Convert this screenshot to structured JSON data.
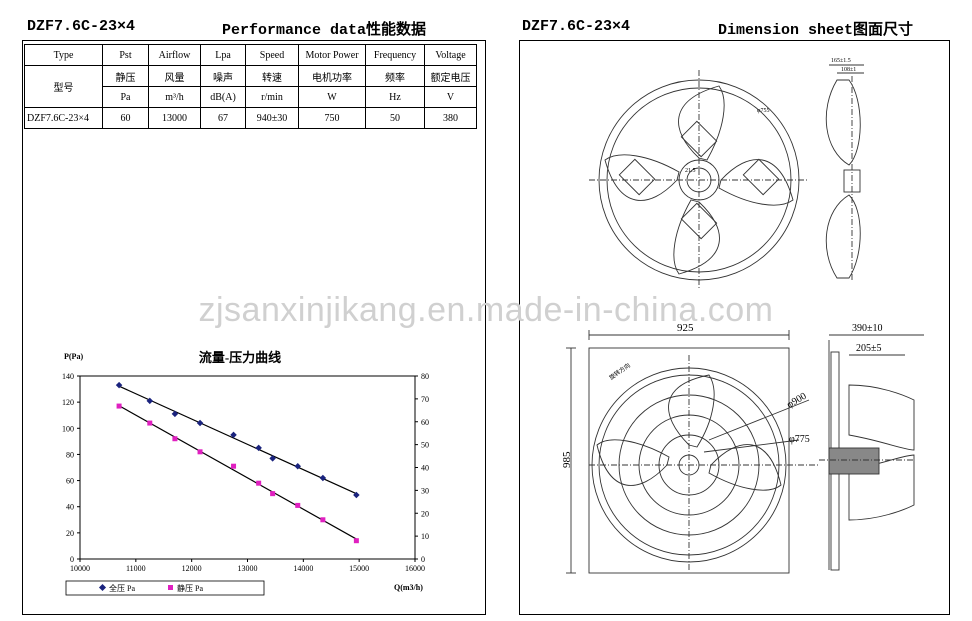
{
  "left_header": {
    "model": "DZF7.6C-23×4",
    "title": "Performance data性能数据"
  },
  "right_header": {
    "model": "DZF7.6C-23×4",
    "title": "Dimension sheet图面尺寸"
  },
  "table": {
    "headers_en": [
      "Type",
      "Pst",
      "Airflow",
      "Lpa",
      "Speed",
      "Motor Power",
      "Frequency",
      "Voltage"
    ],
    "headers_cn": [
      "型号",
      "静压",
      "风量",
      "噪声",
      "转速",
      "电机功率",
      "频率",
      "额定电压"
    ],
    "units": [
      "",
      "Pa",
      "m³/h",
      "dB(A)",
      "r/min",
      "W",
      "Hz",
      "V"
    ],
    "row": [
      "DZF7.6C-23×4",
      "60",
      "13000",
      "67",
      "940±30",
      "750",
      "50",
      "380"
    ]
  },
  "watermark": "zjsanxinjikang.en.made-in-china.com",
  "chart_data": {
    "type": "scatter",
    "title": "流量-压力曲线",
    "ylabel": "P(Pa)",
    "xlabel": "Q(m3/h)",
    "xlim": [
      10000,
      16000
    ],
    "ylim": [
      0,
      140
    ],
    "y2lim": [
      0,
      80
    ],
    "x_ticks": [
      "10000",
      "11000",
      "12000",
      "13000",
      "14000",
      "15000",
      "16000"
    ],
    "y_ticks": [
      "0",
      "20",
      "40",
      "60",
      "80",
      "100",
      "120",
      "140"
    ],
    "y2_ticks": [
      "0",
      "10",
      "20",
      "30",
      "40",
      "50",
      "60",
      "70",
      "80"
    ],
    "grid": false,
    "legend": "bottom",
    "series": [
      {
        "name": "全压 Pa",
        "color": "#1a237e",
        "marker": "diamond",
        "x": [
          10700,
          11250,
          11700,
          12150,
          12750,
          13200,
          13450,
          13900,
          14350,
          14950
        ],
        "y": [
          133,
          121,
          111,
          104,
          95,
          85,
          77,
          71,
          62,
          49
        ]
      },
      {
        "name": "静压 Pa",
        "color": "#e020c0",
        "marker": "square",
        "x": [
          10700,
          11250,
          11700,
          12150,
          12750,
          13200,
          13450,
          13900,
          14350,
          14950
        ],
        "y": [
          117,
          104,
          92,
          82,
          71,
          58,
          50,
          41,
          30,
          14
        ]
      }
    ]
  },
  "drawing": {
    "top_dims": [
      "165±1.5",
      "108±1",
      "φ755",
      "21.5"
    ],
    "bottom_dims": [
      "925",
      "985",
      "φ900",
      "φ775",
      "390±10",
      "205±5"
    ],
    "rotation_label": "旋转方向"
  }
}
